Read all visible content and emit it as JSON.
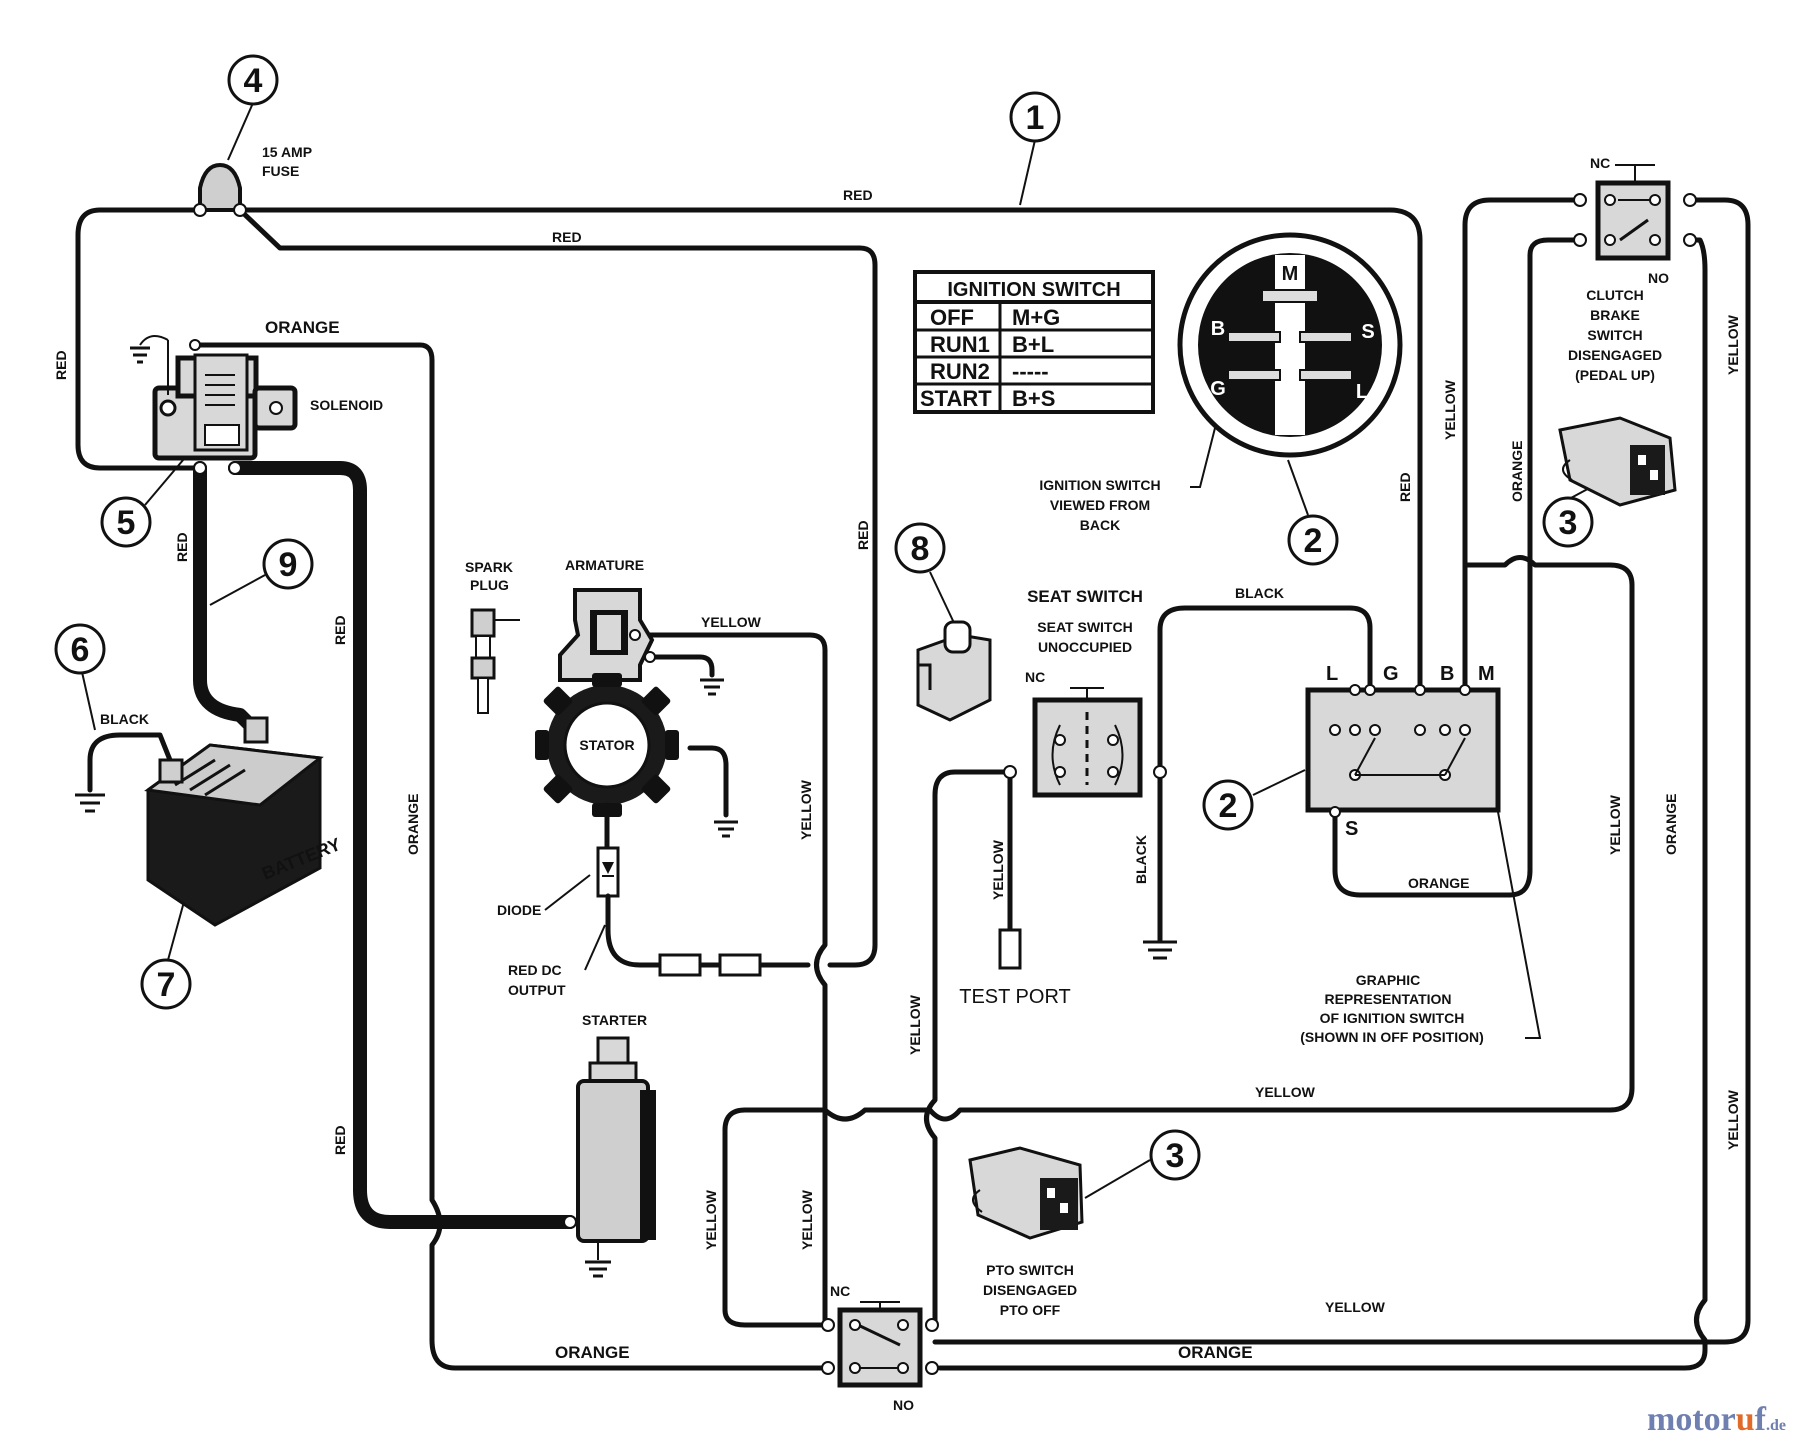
{
  "callouts": [
    "1",
    "2",
    "3",
    "4",
    "5",
    "6",
    "7",
    "8",
    "9"
  ],
  "wire_labels": {
    "red": "RED",
    "orange": "ORANGE",
    "yellow": "YELLOW",
    "black": "BLACK"
  },
  "components": {
    "fuse": "15 AMP\nFUSE",
    "fuse_line1": "15 AMP",
    "fuse_line2": "FUSE",
    "solenoid": "SOLENOID",
    "battery": "BATTERY",
    "spark_plug_1": "SPARK",
    "spark_plug_2": "PLUG",
    "armature": "ARMATURE",
    "stator": "STATOR",
    "diode": "DIODE",
    "red_dc_1": "RED DC",
    "red_dc_2": "OUTPUT",
    "starter": "STARTER",
    "seat_switch_title": "SEAT SWITCH",
    "seat_switch_1": "SEAT SWITCH",
    "seat_switch_2": "UNOCCUPIED",
    "test_port": "TEST PORT",
    "nc": "NC",
    "no": "NO",
    "clutch_1": "CLUTCH",
    "clutch_2": "BRAKE",
    "clutch_3": "SWITCH",
    "clutch_4": "DISENGAGED",
    "clutch_5": "(PEDAL UP)",
    "pto_1": "PTO SWITCH",
    "pto_2": "DISENGAGED",
    "pto_3": "PTO OFF",
    "ign_view_1": "IGNITION SWITCH",
    "ign_view_2": "VIEWED FROM",
    "ign_view_3": "BACK",
    "graphic_1": "GRAPHIC",
    "graphic_2": "REPRESENTATION",
    "graphic_3": "OF IGNITION SWITCH",
    "graphic_4": "(SHOWN IN OFF POSITION)"
  },
  "ignition_table": {
    "title": "IGNITION SWITCH",
    "rows": [
      [
        "OFF",
        "M+G"
      ],
      [
        "RUN1",
        "B+L"
      ],
      [
        "RUN2",
        "-----"
      ],
      [
        "START",
        "B+S"
      ]
    ]
  },
  "switch_terminals": {
    "face": [
      "M",
      "B",
      "S",
      "G",
      "L"
    ],
    "block": [
      "L",
      "G",
      "B",
      "M",
      "S"
    ]
  },
  "watermark": {
    "main": "motor",
    "accent": "u",
    "tail": "f",
    "tld": ".de"
  }
}
